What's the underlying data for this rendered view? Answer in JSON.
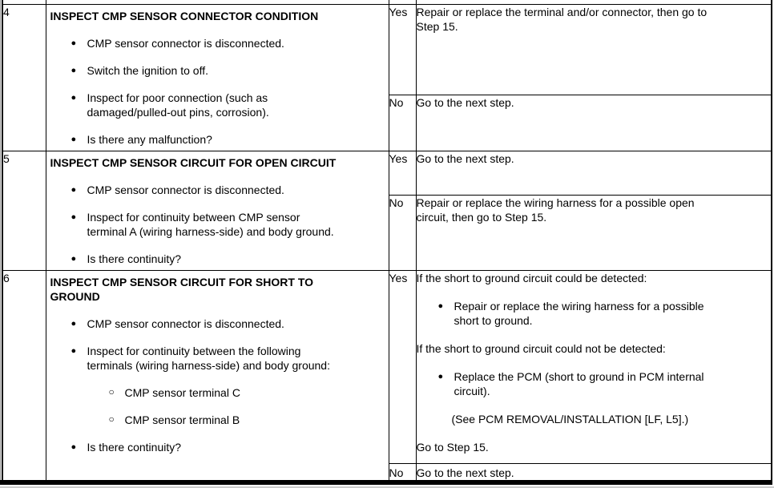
{
  "glyphs": {
    "bullet": "●",
    "sub_bullet": "○"
  },
  "table": {
    "steps": [
      {
        "step": "4",
        "title": [
          "INSPECT CMP SENSOR CONNECTOR CONDITION"
        ],
        "inspection": [
          {
            "lines": [
              "CMP sensor connector is disconnected."
            ]
          },
          {
            "lines": [
              "Switch the ignition to off."
            ]
          },
          {
            "lines": [
              "Inspect for poor connection (such as",
              "damaged/pulled-out pins, corrosion)."
            ]
          },
          {
            "lines": [
              "Is there any malfunction?"
            ]
          }
        ],
        "results": [
          {
            "answer": "Yes",
            "blocks": [
              {
                "type": "p",
                "lines": [
                  "Repair or replace the terminal and/or connector, then go to",
                  "Step 15."
                ]
              }
            ]
          },
          {
            "answer": "No",
            "blocks": [
              {
                "type": "p",
                "lines": [
                  "Go to the next step."
                ]
              }
            ]
          }
        ]
      },
      {
        "step": "5",
        "title": [
          "INSPECT CMP SENSOR CIRCUIT FOR OPEN CIRCUIT"
        ],
        "inspection": [
          {
            "lines": [
              "CMP sensor connector is disconnected."
            ]
          },
          {
            "lines": [
              "Inspect for continuity between CMP sensor",
              "terminal A (wiring harness-side) and body ground."
            ]
          },
          {
            "lines": [
              "Is there continuity?"
            ]
          }
        ],
        "results": [
          {
            "answer": "Yes",
            "blocks": [
              {
                "type": "p",
                "lines": [
                  "Go to the next step."
                ]
              }
            ]
          },
          {
            "answer": "No",
            "blocks": [
              {
                "type": "p",
                "lines": [
                  "Repair or replace the wiring harness for a possible open",
                  "circuit, then go to Step 15."
                ]
              }
            ]
          }
        ]
      },
      {
        "step": "6",
        "title": [
          "INSPECT CMP SENSOR CIRCUIT FOR SHORT TO",
          "GROUND"
        ],
        "inspection": [
          {
            "lines": [
              "CMP sensor connector is disconnected."
            ]
          },
          {
            "lines": [
              "Inspect for continuity between the following",
              "terminals (wiring harness-side) and body ground:"
            ],
            "subs": [
              {
                "lines": [
                  "CMP sensor terminal C"
                ]
              },
              {
                "lines": [
                  "CMP sensor terminal B"
                ]
              }
            ]
          },
          {
            "lines": [
              "Is there continuity?"
            ]
          }
        ],
        "results": [
          {
            "answer": "Yes",
            "blocks": [
              {
                "type": "p",
                "lines": [
                  "If the short to ground circuit could be detected:"
                ]
              },
              {
                "type": "bullet",
                "lines": [
                  "Repair or replace the wiring harness for a possible",
                  "short to ground."
                ]
              },
              {
                "type": "p",
                "lines": [
                  "If the short to ground circuit could not be detected:"
                ]
              },
              {
                "type": "bullet",
                "lines": [
                  "Replace the PCM (short to ground in PCM internal",
                  "circuit)."
                ]
              },
              {
                "type": "note",
                "lines": [
                  "(See PCM REMOVAL/INSTALLATION [LF, L5].)"
                ]
              },
              {
                "type": "p",
                "lines": [
                  "Go to Step 15."
                ]
              }
            ]
          },
          {
            "answer": "No",
            "blocks": [
              {
                "type": "p",
                "lines": [
                  "Go to the next step."
                ]
              }
            ]
          }
        ]
      }
    ]
  }
}
